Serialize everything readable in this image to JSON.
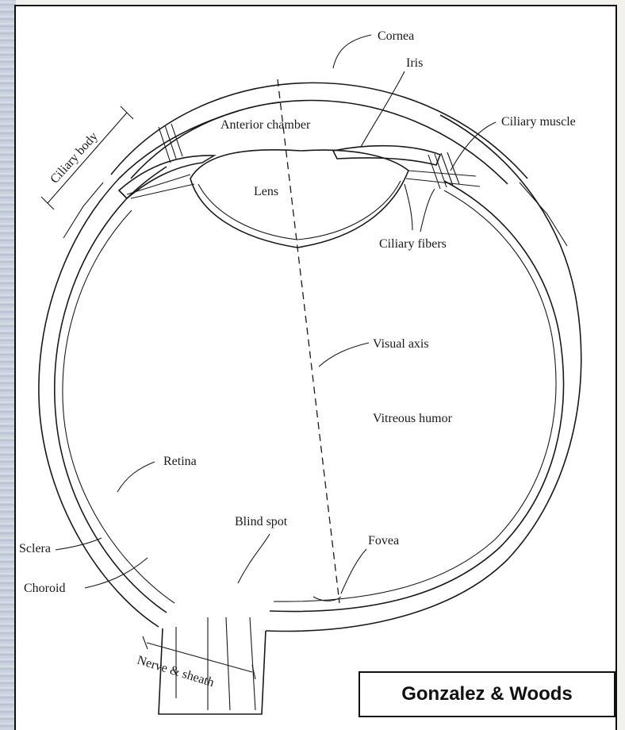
{
  "labels": {
    "cornea": "Cornea",
    "iris": "Iris",
    "ciliary_muscle": "Ciliary muscle",
    "ciliary_body": "Ciliary body",
    "anterior_chamber": "Anterior chamber",
    "lens": "Lens",
    "ciliary_fibers": "Ciliary fibers",
    "visual_axis": "Visual axis",
    "vitreous_humor": "Vitreous humor",
    "retina": "Retina",
    "blind_spot": "Blind spot",
    "fovea": "Fovea",
    "sclera": "Sclera",
    "choroid": "Choroid",
    "nerve_sheath": "Nerve & sheath"
  },
  "credit": "Gonzalez & Woods"
}
